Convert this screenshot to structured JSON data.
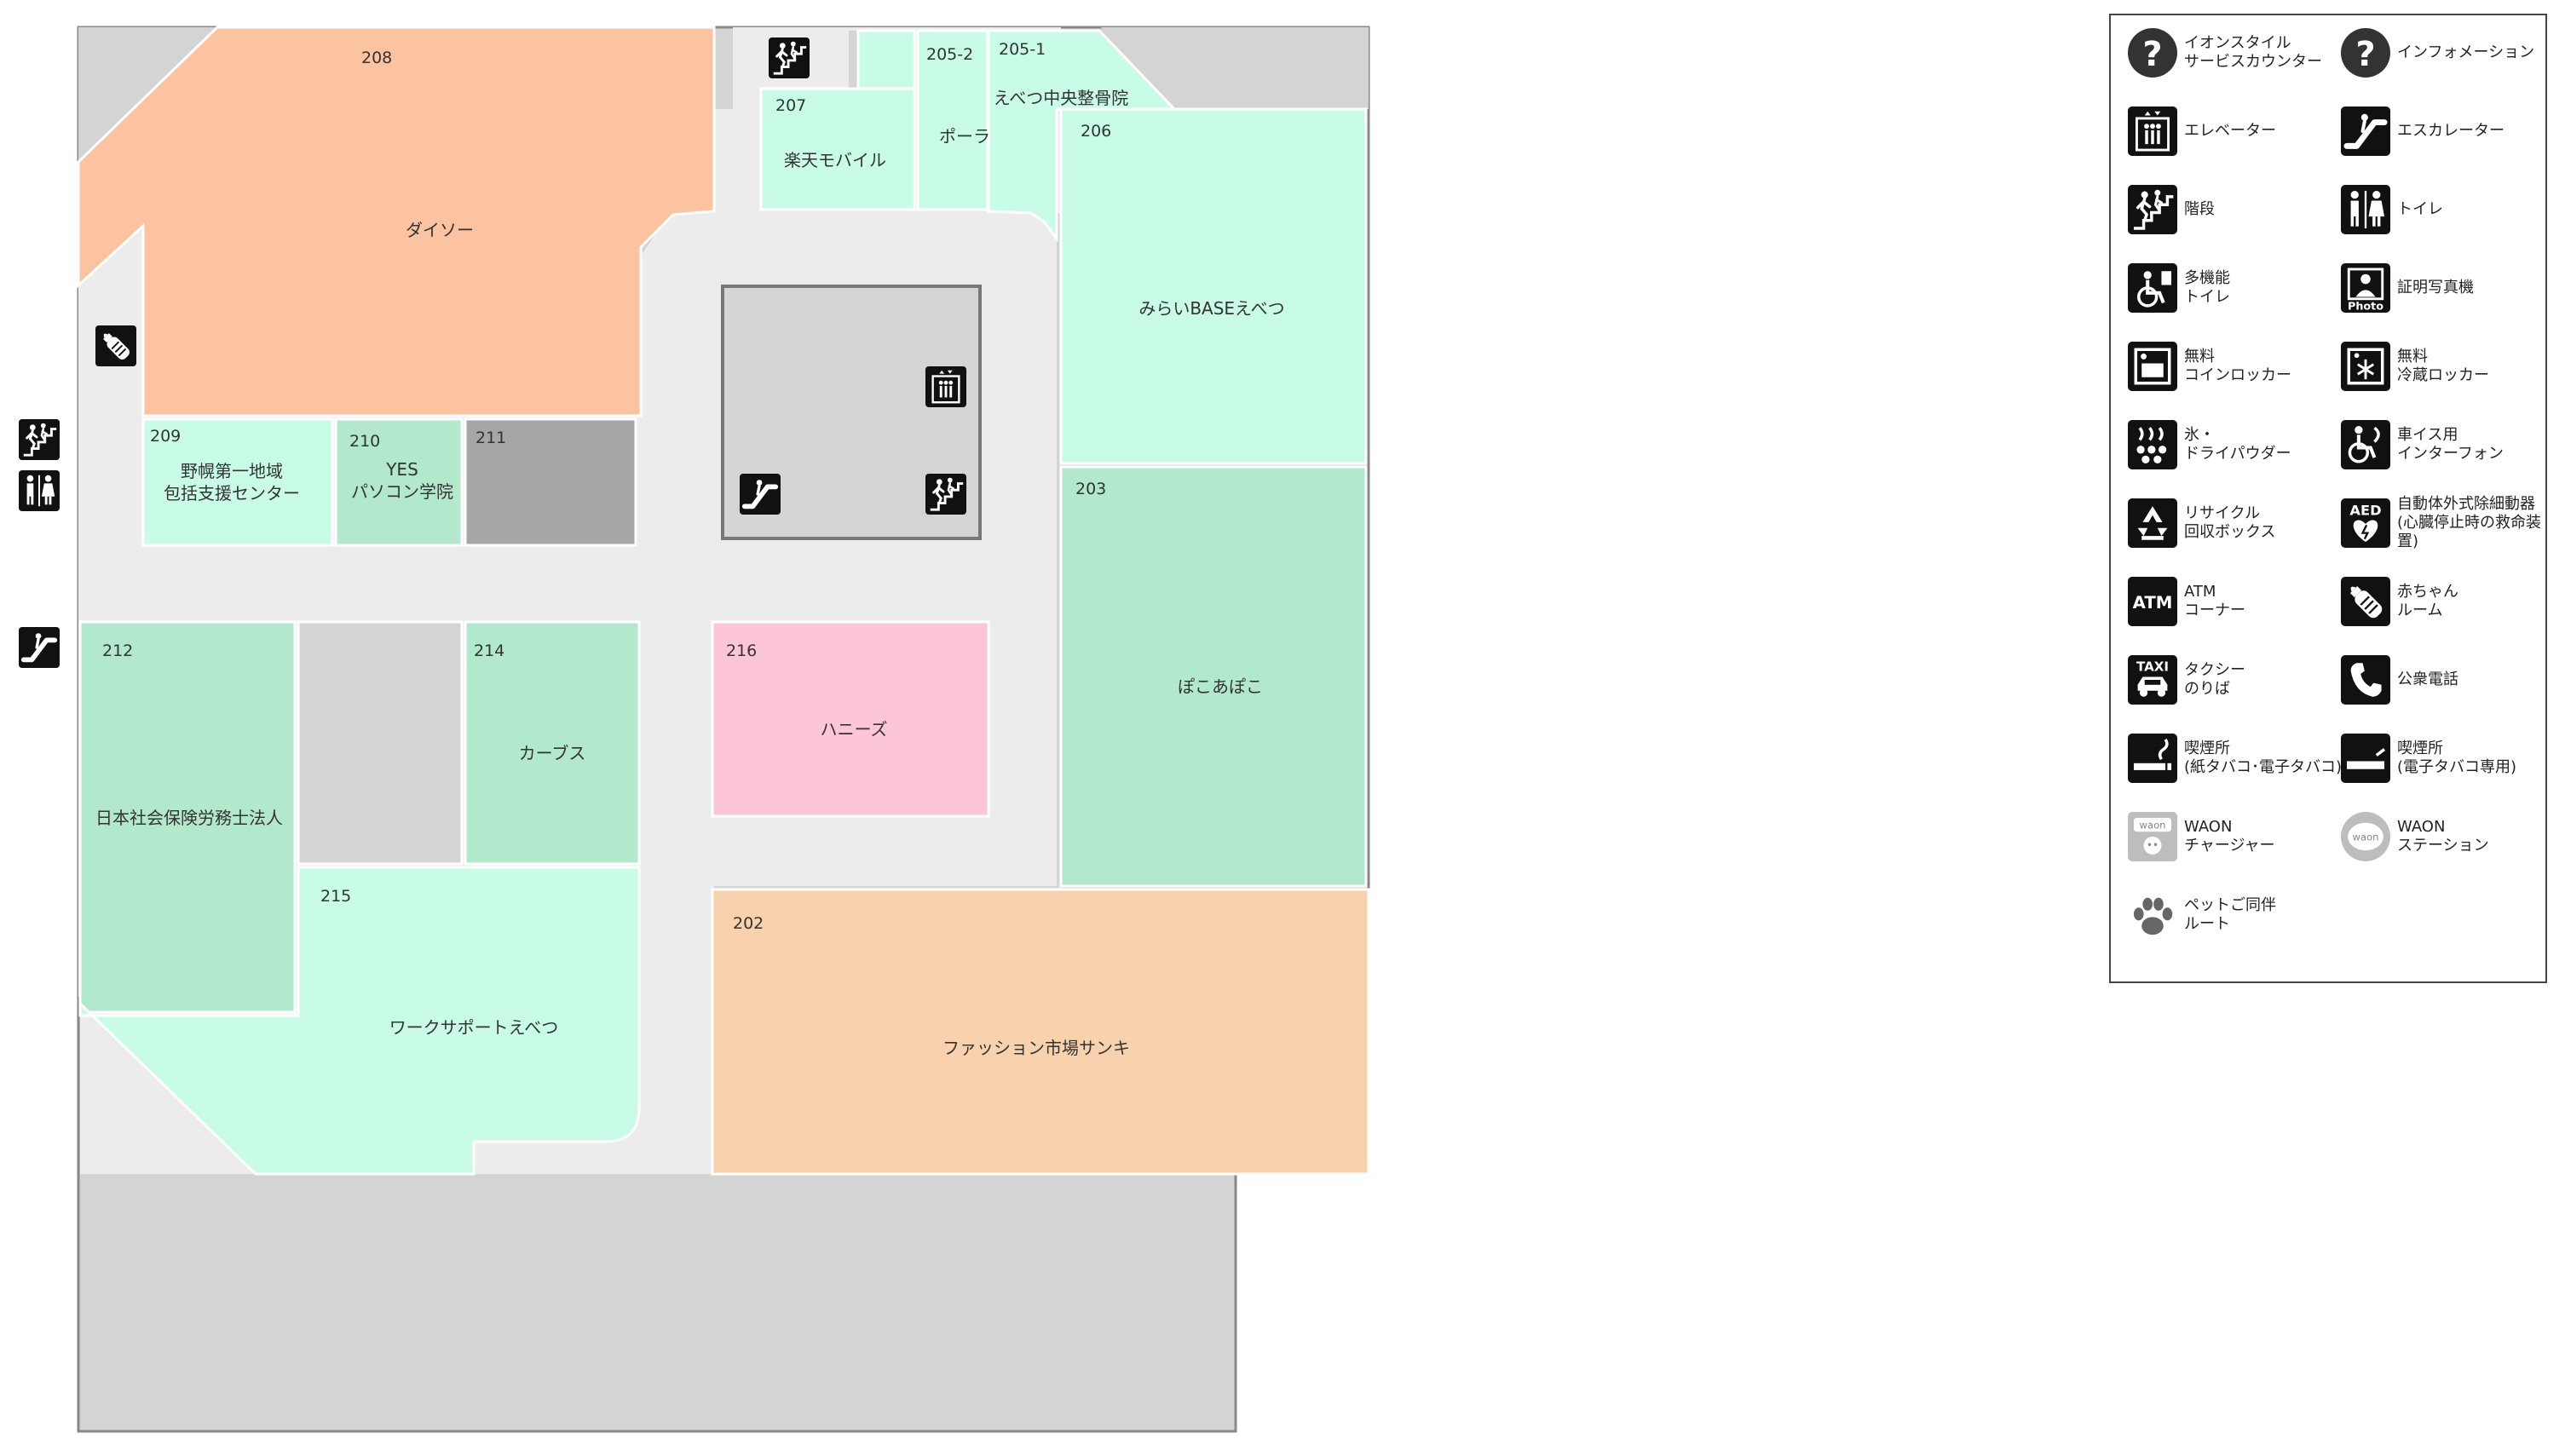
{
  "floor_map": {
    "shops": [
      {
        "number": "208",
        "name": "ダイソー"
      },
      {
        "number": "207",
        "name": "楽天モバイル"
      },
      {
        "number": "205-2",
        "name": "ポーラ"
      },
      {
        "number": "205-1",
        "name": "えべつ中央整骨院"
      },
      {
        "number": "206",
        "name": "みらいBASEえべつ"
      },
      {
        "number": "209",
        "name": "野幌第一地域\n包括支援センター"
      },
      {
        "number": "210",
        "name": "YES\nパソコン学院"
      },
      {
        "number": "211",
        "name": ""
      },
      {
        "number": "203",
        "name": "ぽこあぽこ"
      },
      {
        "number": "212",
        "name": "日本社会保険労務士法人"
      },
      {
        "number": "214",
        "name": "カーブス"
      },
      {
        "number": "216",
        "name": "ハニーズ"
      },
      {
        "number": "215",
        "name": "ワークサポートえべつ"
      },
      {
        "number": "202",
        "name": "ファッション市場サンキ"
      }
    ],
    "colors": {
      "background_area": "#d4d4d4",
      "corridor": "#ececec",
      "daiso": "#fcc3a0",
      "mint": "#c8fce6",
      "green": "#b2e8cc",
      "gray_unit": "#a6a6a6",
      "pink": "#fcc6d8",
      "peach": "#f8d2ac"
    }
  },
  "legend": {
    "items": [
      {
        "icon": "question-icon",
        "label": "イオンスタイル\nサービスカウンター"
      },
      {
        "icon": "question-icon",
        "label": "インフォメーション"
      },
      {
        "icon": "elevator-icon",
        "label": "エレベーター"
      },
      {
        "icon": "escalator-icon",
        "label": "エスカレーター"
      },
      {
        "icon": "stairs-icon",
        "label": "階段"
      },
      {
        "icon": "restroom-icon",
        "label": "トイレ"
      },
      {
        "icon": "accessible-toilet-icon",
        "label": "多機能\nトイレ"
      },
      {
        "icon": "photo-booth-icon",
        "label": "証明写真機"
      },
      {
        "icon": "coin-locker-icon",
        "label": "無料\nコインロッカー"
      },
      {
        "icon": "cold-locker-icon",
        "label": "無料\n冷蔵ロッカー"
      },
      {
        "icon": "ice-icon",
        "label": "氷・\nドライパウダー"
      },
      {
        "icon": "wheelchair-intercom-icon",
        "label": "車イス用\nインターフォン"
      },
      {
        "icon": "recycle-icon",
        "label": "リサイクル\n回収ボックス"
      },
      {
        "icon": "aed-icon",
        "label": "自動体外式除細動器\n(心臓停止時の救命装置)"
      },
      {
        "icon": "atm-icon",
        "label": "ATM\nコーナー"
      },
      {
        "icon": "baby-bottle-icon",
        "label": "赤ちゃん\nルーム"
      },
      {
        "icon": "taxi-icon",
        "label": "タクシー\nのりば"
      },
      {
        "icon": "phone-icon",
        "label": "公衆電話"
      },
      {
        "icon": "smoking-icon",
        "label": "喫煙所\n(紙タバコ･電子タバコ)"
      },
      {
        "icon": "e-smoking-icon",
        "label": "喫煙所\n(電子タバコ専用)"
      },
      {
        "icon": "waon-charger-icon",
        "label": "WAON\nチャージャー"
      },
      {
        "icon": "waon-station-icon",
        "label": "WAON\nステーション"
      },
      {
        "icon": "paw-icon",
        "label": "ペットご同伴\nルート"
      }
    ],
    "icon_text": {
      "photo": "Photo",
      "aed": "AED",
      "atm": "ATM",
      "taxi": "TAXI",
      "waon": "waon"
    }
  }
}
